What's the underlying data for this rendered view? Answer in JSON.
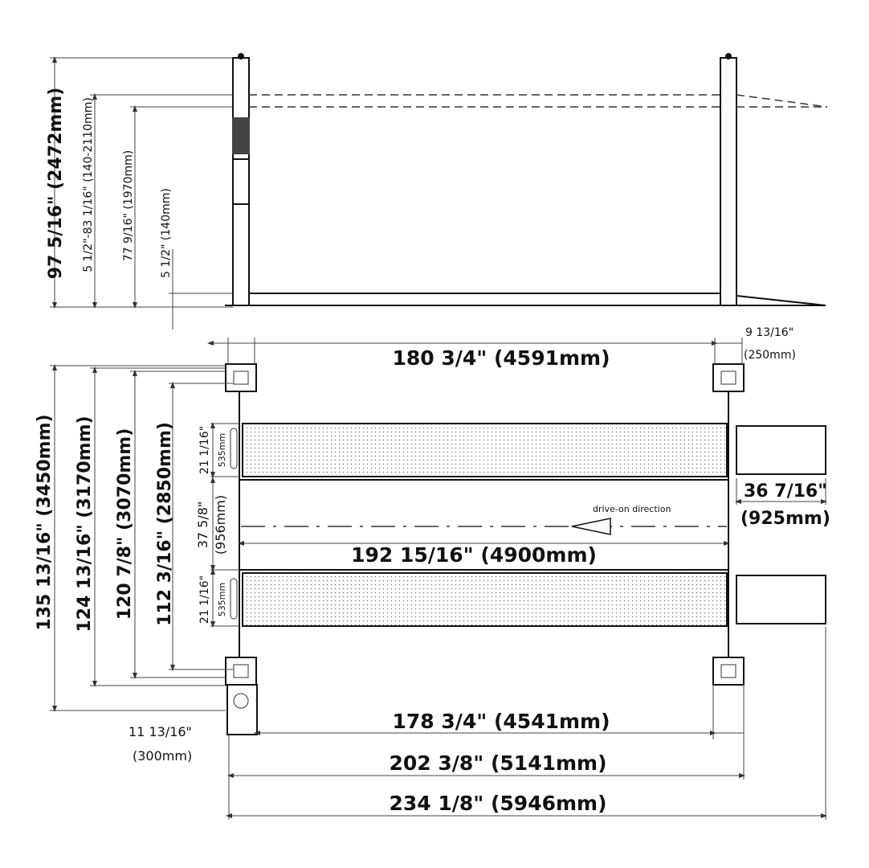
{
  "elevation": {
    "overall_height": "97 5/16\" (2472mm)",
    "lift_range": "5 1/2\"-83 1/16\" (140-2110mm)",
    "max_lift_height": "77 9/16\" (1970mm)",
    "min_height": "5 1/2\" (140mm)"
  },
  "plan": {
    "inner_post_width": "180 3/4\" (4591mm)",
    "post_width_in": "9 13/16\"",
    "post_width_mm": "(250mm)",
    "outer_length": "135 13/16\" (3450mm)",
    "length_2": "124 13/16\" (3170mm)",
    "length_3": "120 7/8\" (3070mm)",
    "length_4": "112 3/16\" (2850mm)",
    "runway_width_in": "21 1/16\"",
    "runway_width_mm": "535mm",
    "gap_in": "37 5/8\"",
    "gap_mm": "(956mm)",
    "ramp_length_in": "36 7/16\"",
    "ramp_length_mm": "(925mm)",
    "drive_on_label": "drive-on direction",
    "runway_length": "192 15/16\" (4900mm)",
    "inner_length": "178 3/4\" (4541mm)",
    "post_span": "202 3/8\" (5141mm)",
    "overall_length": "234 1/8\" (5946mm)",
    "power_unit_in": "11 13/16\"",
    "power_unit_mm": "(300mm)"
  }
}
